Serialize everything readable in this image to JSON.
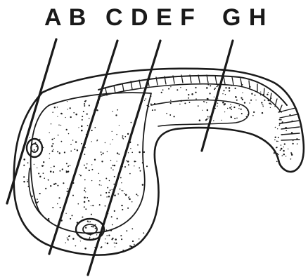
{
  "figure": {
    "labels": [
      {
        "id": "group-ab",
        "text": "A B"
      },
      {
        "id": "group-cdef",
        "text": "C D E F"
      },
      {
        "id": "group-gh",
        "text": "G H"
      }
    ]
  }
}
